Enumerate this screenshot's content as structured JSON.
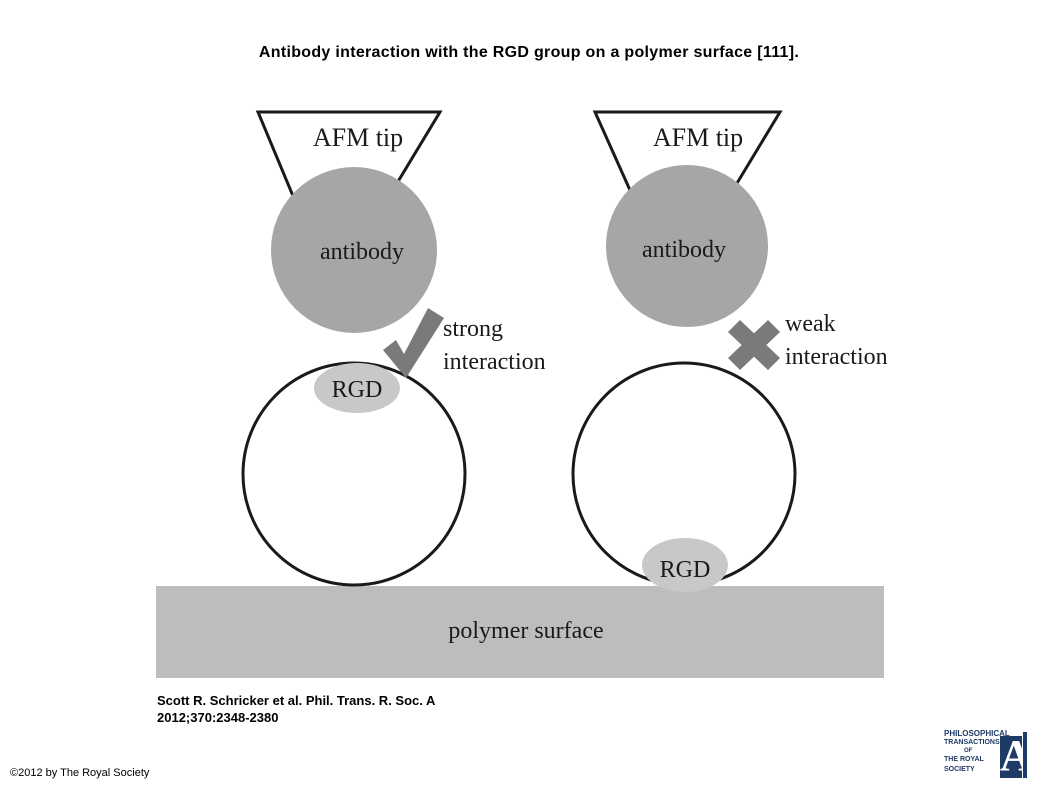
{
  "title": "Antibody interaction with the RGD group on a polymer surface [111].",
  "diagram": {
    "left": {
      "tip_label": "AFM tip",
      "antibody_label": "antibody",
      "rgd_label": "RGD",
      "interaction_line1": "strong",
      "interaction_line2": "interaction",
      "symbol": "check-mark"
    },
    "right": {
      "tip_label": "AFM tip",
      "antibody_label": "antibody",
      "rgd_label": "RGD",
      "interaction_line1": "weak",
      "interaction_line2": "interaction",
      "symbol": "cross-mark"
    },
    "surface_label": "polymer surface",
    "colors": {
      "antibody": "#a6a6a6",
      "rgd": "#c8c8c8",
      "surface": "#bdbdbd",
      "marks": "#7a7a7a"
    }
  },
  "citation": {
    "line1": "Scott R. Schricker et al. Phil. Trans. R. Soc. A",
    "line2": "2012;370:2348-2380"
  },
  "copyright": "©2012 by The Royal Society",
  "logo": {
    "line1": "PHILOSOPHICAL",
    "line2": "TRANSACTIONS",
    "line3": "OF",
    "line4": "THE ROYAL",
    "line5": "SOCIETY",
    "letter": "A"
  }
}
